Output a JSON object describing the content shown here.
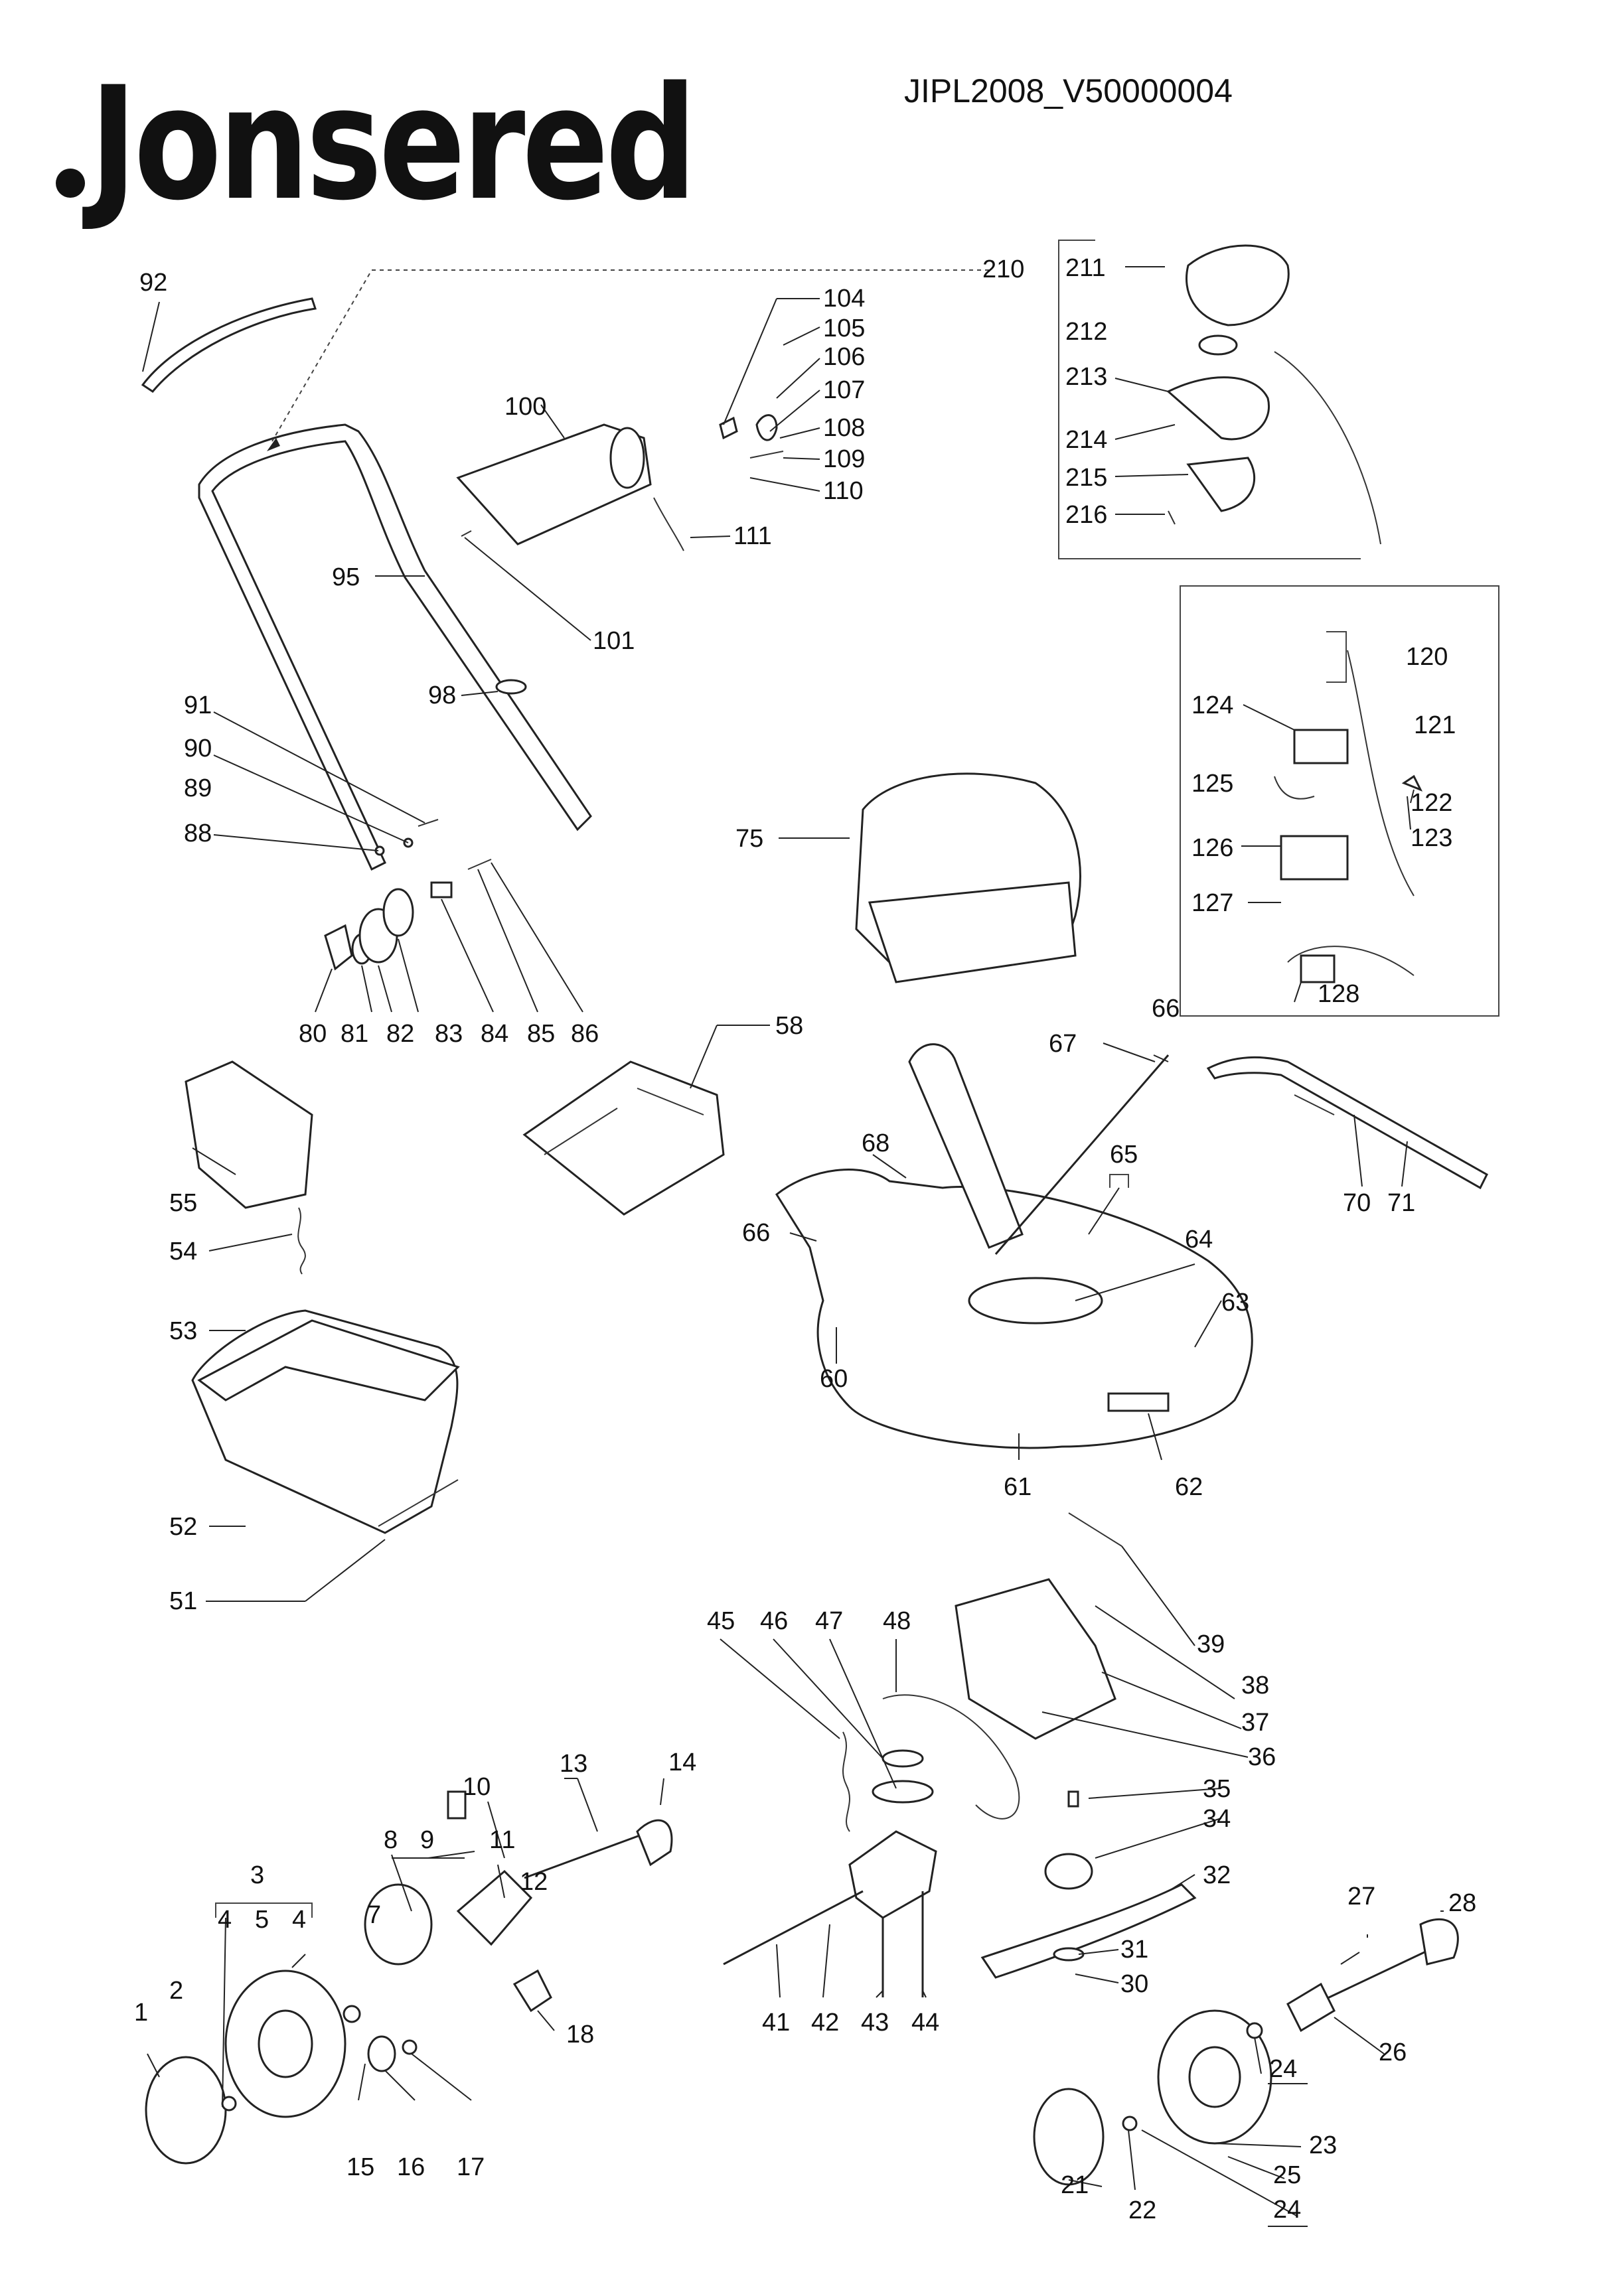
{
  "brand": "Jonsered",
  "doc_code": "JIPL2008_V50000004",
  "labels": {
    "l1": "1",
    "l2": "2",
    "l3": "3",
    "l4a": "4",
    "l5": "5",
    "l4b": "4",
    "l7": "7",
    "l8": "8",
    "l9": "9",
    "l10": "10",
    "l11": "11",
    "l12": "12",
    "l13": "13",
    "l14": "14",
    "l15": "15",
    "l16": "16",
    "l17": "17",
    "l18": "18",
    "l21": "21",
    "l22": "22",
    "l23": "23",
    "l24a": "24",
    "l24b": "24",
    "l25": "25",
    "l26": "26",
    "l27": "27",
    "l28": "28",
    "l30": "30",
    "l31": "31",
    "l32": "32",
    "l34": "34",
    "l35": "35",
    "l36": "36",
    "l37": "37",
    "l38": "38",
    "l39": "39",
    "l41": "41",
    "l42": "42",
    "l43": "43",
    "l44": "44",
    "l45": "45",
    "l46": "46",
    "l47": "47",
    "l48": "48",
    "l51": "51",
    "l52": "52",
    "l53": "53",
    "l54": "54",
    "l55": "55",
    "l58": "58",
    "l60": "60",
    "l61": "61",
    "l62": "62",
    "l63": "63",
    "l64": "64",
    "l65": "65",
    "l66a": "66",
    "l66b": "66",
    "l67": "67",
    "l68": "68",
    "l70": "70",
    "l71": "71",
    "l75": "75",
    "l80": "80",
    "l81": "81",
    "l82": "82",
    "l83": "83",
    "l84": "84",
    "l85": "85",
    "l86": "86",
    "l88": "88",
    "l89": "89",
    "l90": "90",
    "l91": "91",
    "l92": "92",
    "l95": "95",
    "l98": "98",
    "l100": "100",
    "l101": "101",
    "l104": "104",
    "l105": "105",
    "l106": "106",
    "l107": "107",
    "l108": "108",
    "l109": "109",
    "l110": "110",
    "l111": "111",
    "l120": "120",
    "l121": "121",
    "l122": "122",
    "l123": "123",
    "l124": "124",
    "l125": "125",
    "l126": "126",
    "l127": "127",
    "l128": "128",
    "l210": "210",
    "l211": "211",
    "l212": "212",
    "l213": "213",
    "l214": "214",
    "l215": "215",
    "l216": "216"
  }
}
